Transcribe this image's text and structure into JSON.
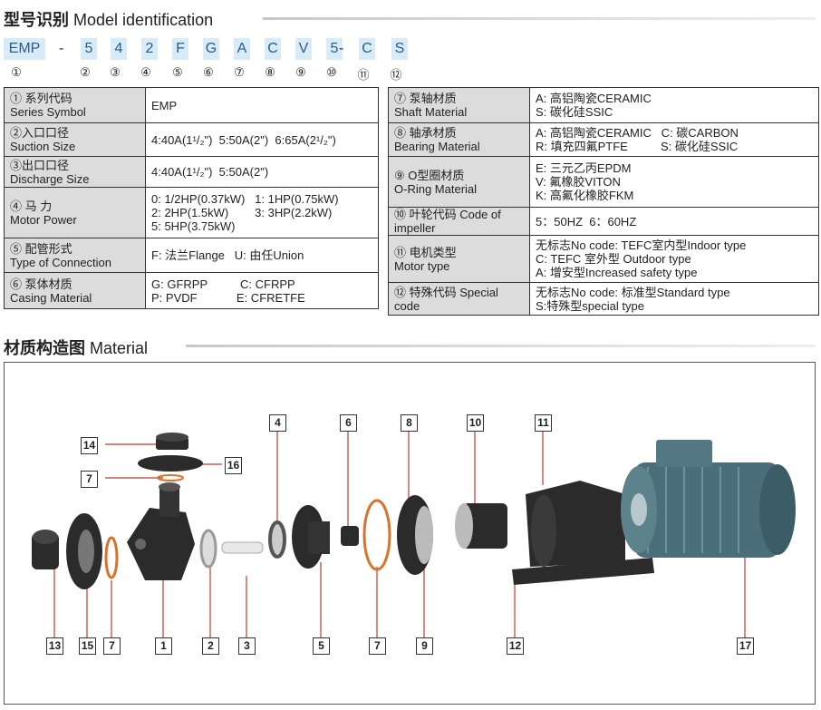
{
  "model": {
    "title_cn": "型号识别",
    "title_en": "Model identification",
    "code": [
      {
        "text": "EMP",
        "num": "①"
      },
      {
        "text": "5",
        "num": "②"
      },
      {
        "text": "4",
        "num": "③"
      },
      {
        "text": "2",
        "num": "④"
      },
      {
        "text": "F",
        "num": "⑤"
      },
      {
        "text": "G",
        "num": "⑥"
      },
      {
        "text": "A",
        "num": "⑦"
      },
      {
        "text": "C",
        "num": "⑧"
      },
      {
        "text": "V",
        "num": "⑨"
      },
      {
        "text": "5",
        "num": "⑩"
      },
      {
        "text": "C",
        "num": "⑪"
      },
      {
        "text": "S",
        "num": "⑫"
      }
    ],
    "dash": "-"
  },
  "left_table": [
    {
      "key_cn": "① 系列代码",
      "key_en": "Series Symbol",
      "lines": [
        "EMP"
      ]
    },
    {
      "key_cn": "②入口口径",
      "key_en": "Suction Size",
      "lines": [
        "4:40A(1¹/₂\")  5:50A(2\")  6:65A(2¹/₂\")"
      ]
    },
    {
      "key_cn": "③出口口径",
      "key_en": "Discharge Size",
      "lines": [
        "4:40A(1¹/₂\")  5:50A(2\")"
      ]
    },
    {
      "key_cn": "④ 马  力",
      "key_en": "Motor Power",
      "lines": [
        "0: 1/2HP(0.37kW)   1: 1HP(0.75kW)",
        "2: 2HP(1.5kW)        3: 3HP(2.2kW)",
        "5: 5HP(3.75kW)"
      ]
    },
    {
      "key_cn": "⑤ 配管形式",
      "key_en": "Type of Connection",
      "lines": [
        "F: 法兰Flange   U: 由任Union"
      ]
    },
    {
      "key_cn": "⑥ 泵体材质",
      "key_en": "Casing Material",
      "lines": [
        "G: GFRPP          C: CFRPP",
        "P: PVDF            E: CFRETFE"
      ]
    }
  ],
  "right_table": [
    {
      "key_cn": "⑦ 泵轴材质",
      "key_en": "Shaft Material",
      "lines": [
        "A: 高铝陶瓷CERAMIC",
        "S: 碳化硅SSIC"
      ]
    },
    {
      "key_cn": "⑧ 轴承材质",
      "key_en": "Bearing Material",
      "lines": [
        "A: 高铝陶瓷CERAMIC   C: 碳CARBON",
        "R: 填充四氟PTFE          S: 碳化硅SSIC"
      ]
    },
    {
      "key_cn": "⑨ O型圈材质",
      "key_en": "O-Ring Material",
      "lines": [
        "E: 三元乙丙EPDM",
        "V: 氟橡胶VITON",
        "K: 高氟化橡胶FKM"
      ]
    },
    {
      "key_cn": "⑩ 叶轮代码 Code of impeller",
      "key_en": "",
      "lines": [
        "5：50HZ  6：60HZ"
      ]
    },
    {
      "key_cn": "⑪ 电机类型",
      "key_en": "Motor type",
      "lines": [
        "无标志No code: TEFC室内型Indoor type",
        "C: TEFC 室外型 Outdoor type",
        "A: 增安型Increased safety type"
      ]
    },
    {
      "key_cn": "⑫ 特殊代码 Special code",
      "key_en": "",
      "lines": [
        "无标志No code: 标准型Standard type",
        "S:特殊型special type"
      ]
    }
  ],
  "material": {
    "title_cn": "材质构造图",
    "title_en": "Material",
    "labels": [
      "4",
      "6",
      "8",
      "10",
      "11",
      "14",
      "16",
      "7",
      "13",
      "15",
      "7",
      "1",
      "2",
      "3",
      "5",
      "7",
      "9",
      "12",
      "17"
    ]
  },
  "colors": {
    "code_bg": "#d7ecf8",
    "code_text": "#2a5b8f",
    "key_bg": "#dcdcdc",
    "pump_black": "#2b2b2b",
    "motor_steel": "#4a6f7a",
    "gasket_orange": "#d9722c"
  }
}
